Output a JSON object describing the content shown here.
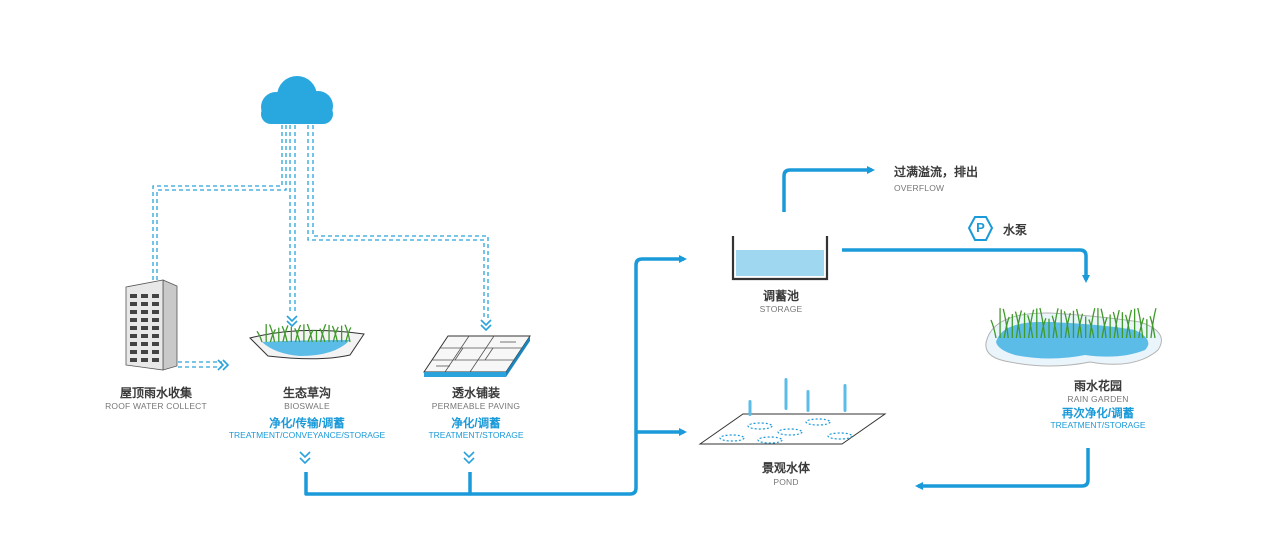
{
  "nodes": {
    "roof": {
      "zh": "屋顶雨水收集",
      "en": "ROOF WATER COLLECT"
    },
    "bioswale": {
      "zh": "生态草沟",
      "en": "BIOSWALE",
      "func_zh": "净化/传输/调蓄",
      "func_en": "TREATMENT/CONVEYANCE/STORAGE"
    },
    "paving": {
      "zh": "透水铺装",
      "en": "PERMEABLE PAVING",
      "func_zh": "净化/调蓄",
      "func_en": "TREATMENT/STORAGE"
    },
    "storage": {
      "zh": "调蓄池",
      "en": "STORAGE"
    },
    "overflow": {
      "zh": "过满溢流，排出",
      "en": "OVERFLOW"
    },
    "pump": {
      "symbol": "P",
      "zh": "水泵"
    },
    "pond": {
      "zh": "景观水体",
      "en": "POND"
    },
    "rain_garden": {
      "zh": "雨水花园",
      "en": "RAIN GARDEN",
      "func_zh": "再次净化/调蓄",
      "func_en": "TREATMENT/STORAGE"
    }
  },
  "colors": {
    "flow": "#1a9ad9",
    "cloud": "#29a8e0",
    "water": "#9fd6f0",
    "text": "#3a3a3a",
    "muted": "#777777"
  },
  "icons": [
    "cloud-icon",
    "building-icon",
    "bioswale-icon",
    "paving-icon",
    "tank-icon",
    "pump-icon",
    "pond-icon",
    "rain-garden-icon"
  ]
}
